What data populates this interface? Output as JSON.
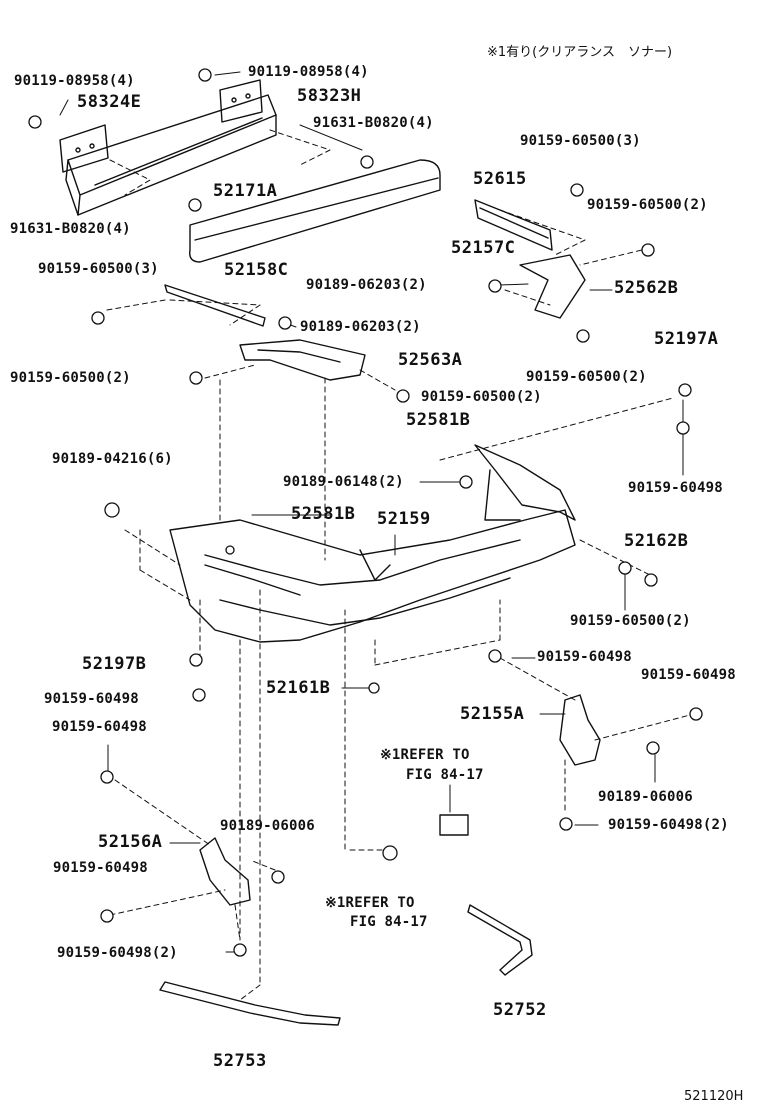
{
  "note": "※1有り(クリアランス　ソナー)",
  "refs": {
    "refer_a_line1": "※1REFER TO",
    "refer_a_line2": "FIG 84-17",
    "refer_b_line1": "※1REFER TO",
    "refer_b_line2": "FIG 84-17"
  },
  "parts": {
    "p01": "90119-08958(4)",
    "p02": "90119-08958(4)",
    "p03": "58324E",
    "p04": "58323H",
    "p05": "91631-B0820(4)",
    "p06": "91631-B0820(4)",
    "p07": "52171A",
    "p08": "52615",
    "p09": "90159-60500(3)",
    "p10": "90159-60500(2)",
    "p11": "52157C",
    "p12": "90159-60500(3)",
    "p13": "52158C",
    "p14": "90189-06203(2)",
    "p15": "52562B",
    "p16": "90189-06203(2)",
    "p17": "52197A",
    "p18": "52563A",
    "p19": "90159-60500(2)",
    "p20": "90159-60500(2)",
    "p21": "90159-60500(2)",
    "p22": "52581B",
    "p23": "90189-04216(6)",
    "p24": "90189-06148(2)",
    "p25": "90159-60498",
    "p26": "52581B",
    "p27": "52159",
    "p28": "52162B",
    "p29": "90159-60500(2)",
    "p30": "90159-60498",
    "p31": "52197B",
    "p32": "90159-60498",
    "p33": "52161B",
    "p34": "90159-60498",
    "p35": "90159-60498",
    "p36": "52155A",
    "p37": "90189-06006",
    "p38": "90159-60498(2)",
    "p39": "52156A",
    "p40": "90189-06006",
    "p41": "90159-60498",
    "p42": "90159-60498(2)",
    "p43": "52752",
    "p44": "52753"
  },
  "figure_id": "521120H"
}
